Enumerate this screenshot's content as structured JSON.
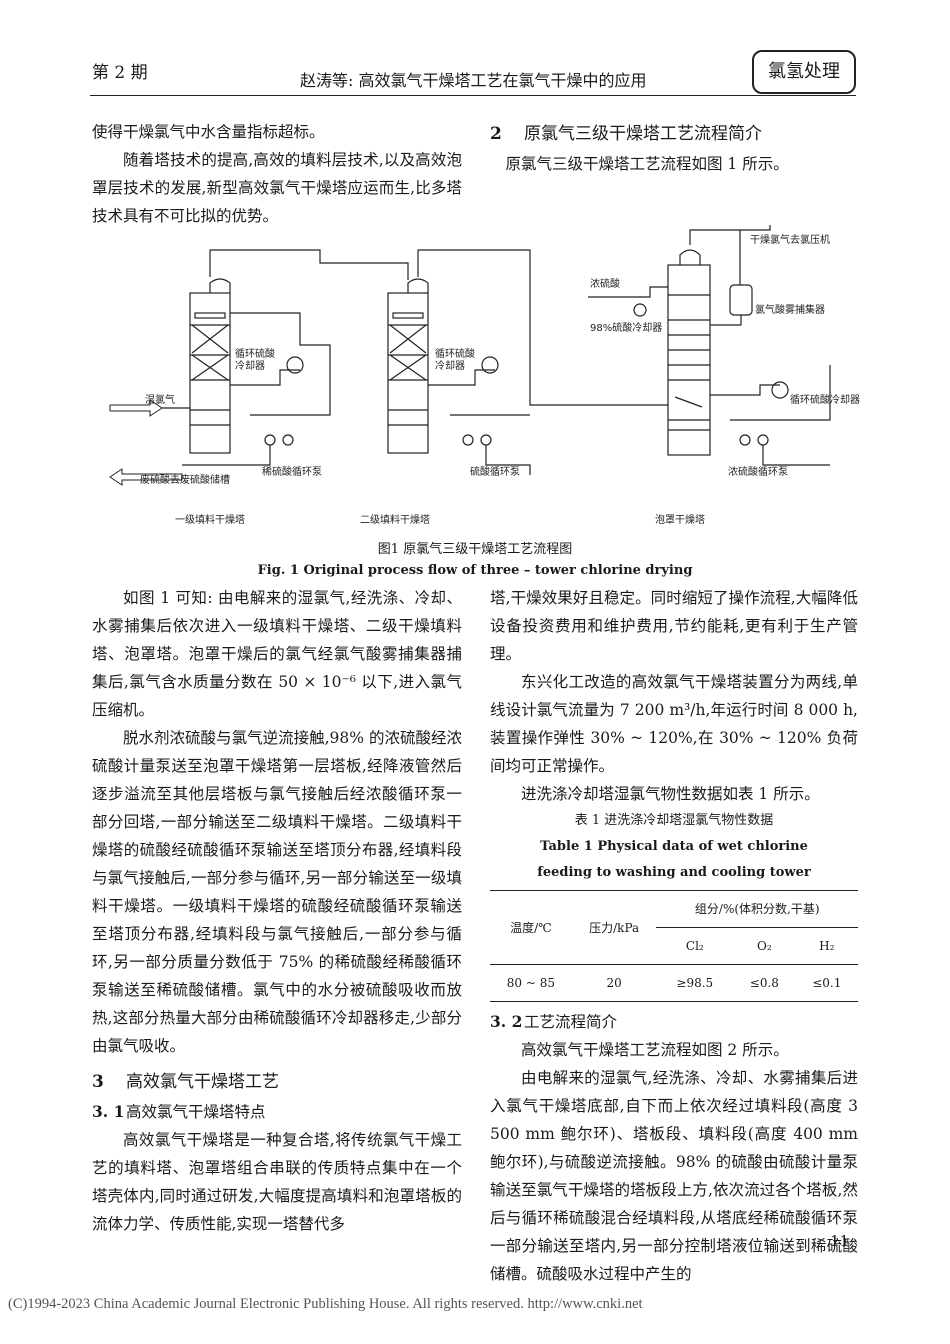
{
  "header": {
    "issue": "第 2 期",
    "title": "赵涛等: 高效氯气干燥塔工艺在氯气干燥中的应用",
    "journal": "氯氢处理"
  },
  "left_top": [
    "使得干燥氯气中水含量指标超标。",
    "随着塔技术的提高,高效的填料层技术,以及高效泡罩层技术的发展,新型高效氯气干燥塔应运而生,比多塔技术具有不可比拟的优势。"
  ],
  "sec2": {
    "num": "2",
    "title": "原氯气三级干燥塔工艺流程简介",
    "text": "原氯气三级干燥塔工艺流程如图 1 所示。"
  },
  "figure": {
    "labels": {
      "dry_out": "干燥氯气去氯压机",
      "conc_acid": "浓硫酸",
      "mist_catcher": "氯气酸雾捕集器",
      "cooler98": "98%硫酸冷却器",
      "circ_cooler_1": "循环硫酸\n冷却器",
      "circ_cooler_2": "循环硫酸\n冷却器",
      "circ_cooler_3": "循环硫酸冷却器",
      "wet_cl": "湿氯气",
      "waste_acid": "废硫酸去废硫酸储槽",
      "pump_dilute": "稀硫酸循环泵",
      "pump_acid": "硫酸循环泵",
      "pump_conc": "浓硫酸循环泵",
      "tower1": "一级填料干燥塔",
      "tower2": "二级填料干燥塔",
      "tower3": "泡罩干燥塔"
    },
    "caption_cn": "图1   原氯气三级干燥塔工艺流程图",
    "caption_en": "Fig. 1    Original process flow of three – tower chlorine drying"
  },
  "left_bottom": {
    "p1": "如图 1 可知: 由电解来的湿氯气,经洗涤、冷却、水雾捕集后依次进入一级填料干燥塔、二级干燥填料塔、泡罩塔。泡罩干燥后的氯气经氯气酸雾捕集器捕集后,氯气含水质量分数在 50 × 10⁻⁶ 以下,进入氯气压缩机。",
    "p2": "脱水剂浓硫酸与氯气逆流接触,98% 的浓硫酸经浓硫酸计量泵送至泡罩干燥塔第一层塔板,经降液管然后逐步溢流至其他层塔板与氯气接触后经浓酸循环泵一部分回塔,一部分输送至二级填料干燥塔。二级填料干燥塔的硫酸经硫酸循环泵输送至塔顶分布器,经填料段与氯气接触后,一部分参与循环,另一部分输送至一级填料干燥塔。一级填料干燥塔的硫酸经硫酸循环泵输送至塔顶分布器,经填料段与氯气接触后,一部分参与循环,另一部分质量分数低于 75% 的稀硫酸经稀酸循环泵输送至稀硫酸储槽。氯气中的水分被硫酸吸收而放热,这部分热量大部分由稀硫酸循环冷却器移走,少部分由氯气吸收。"
  },
  "sec3": {
    "num": "3",
    "title": "高效氯气干燥塔工艺",
    "s31_num": "3. 1",
    "s31_title": "高效氯气干燥塔特点",
    "s31_text": "高效氯气干燥塔是一种复合塔,将传统氯气干燥工艺的填料塔、泡罩塔组合串联的传质特点集中在一个塔壳体内,同时通过研发,大幅度提高填料和泡罩塔板的流体力学、传质性能,实现一塔替代多"
  },
  "right_bottom": {
    "p1_cont": "塔,干燥效果好且稳定。同时缩短了操作流程,大幅降低设备投资费用和维护费用,节约能耗,更有利于生产管理。",
    "p2": "东兴化工改造的高效氯气干燥塔装置分为两线,单线设计氯气流量为 7 200 m³/h,年运行时间 8 000 h,装置操作弹性 30% ~ 120%,在 30% ~ 120% 负荷间均可正常操作。",
    "p3": "进洗涤冷却塔湿氯气物性数据如表 1 所示。"
  },
  "table1": {
    "caption_cn": "表 1   进洗涤冷却塔湿氯气物性数据",
    "caption_en_1": "Table 1    Physical data of wet chlorine",
    "caption_en_2": "feeding to washing and cooling tower",
    "h_temp": "温度/℃",
    "h_press": "压力/kPa",
    "h_comp": "组分/%(体积分数,干基)",
    "h_cl2": "Cl₂",
    "h_o2": "O₂",
    "h_h2": "H₂",
    "r_temp": "80 ~ 85",
    "r_press": "20",
    "r_cl2": "≥98.5",
    "r_o2": "≤0.8",
    "r_h2": "≤0.1"
  },
  "sec32": {
    "num": "3. 2",
    "title": "工艺流程简介",
    "p1": "高效氯气干燥塔工艺流程如图 2 所示。",
    "p2": "由电解来的湿氯气,经洗涤、冷却、水雾捕集后进入氯气干燥塔底部,自下而上依次经过填料段(高度 3 500 mm 鲍尔环)、塔板段、填料段(高度 400 mm 鲍尔环),与硫酸逆流接触。98% 的硫酸由硫酸计量泵输送至氯气干燥塔的塔板段上方,依次流过各个塔板,然后与循环稀硫酸混合经填料段,从塔底经稀硫酸循环泵一部分输送至塔内,另一部分控制塔液位输送到稀硫酸储槽。硫酸吸水过程中产生的"
  },
  "page_number": "11",
  "footer": "(C)1994-2023 China Academic Journal Electronic Publishing House. All rights reserved.    http://www.cnki.net"
}
